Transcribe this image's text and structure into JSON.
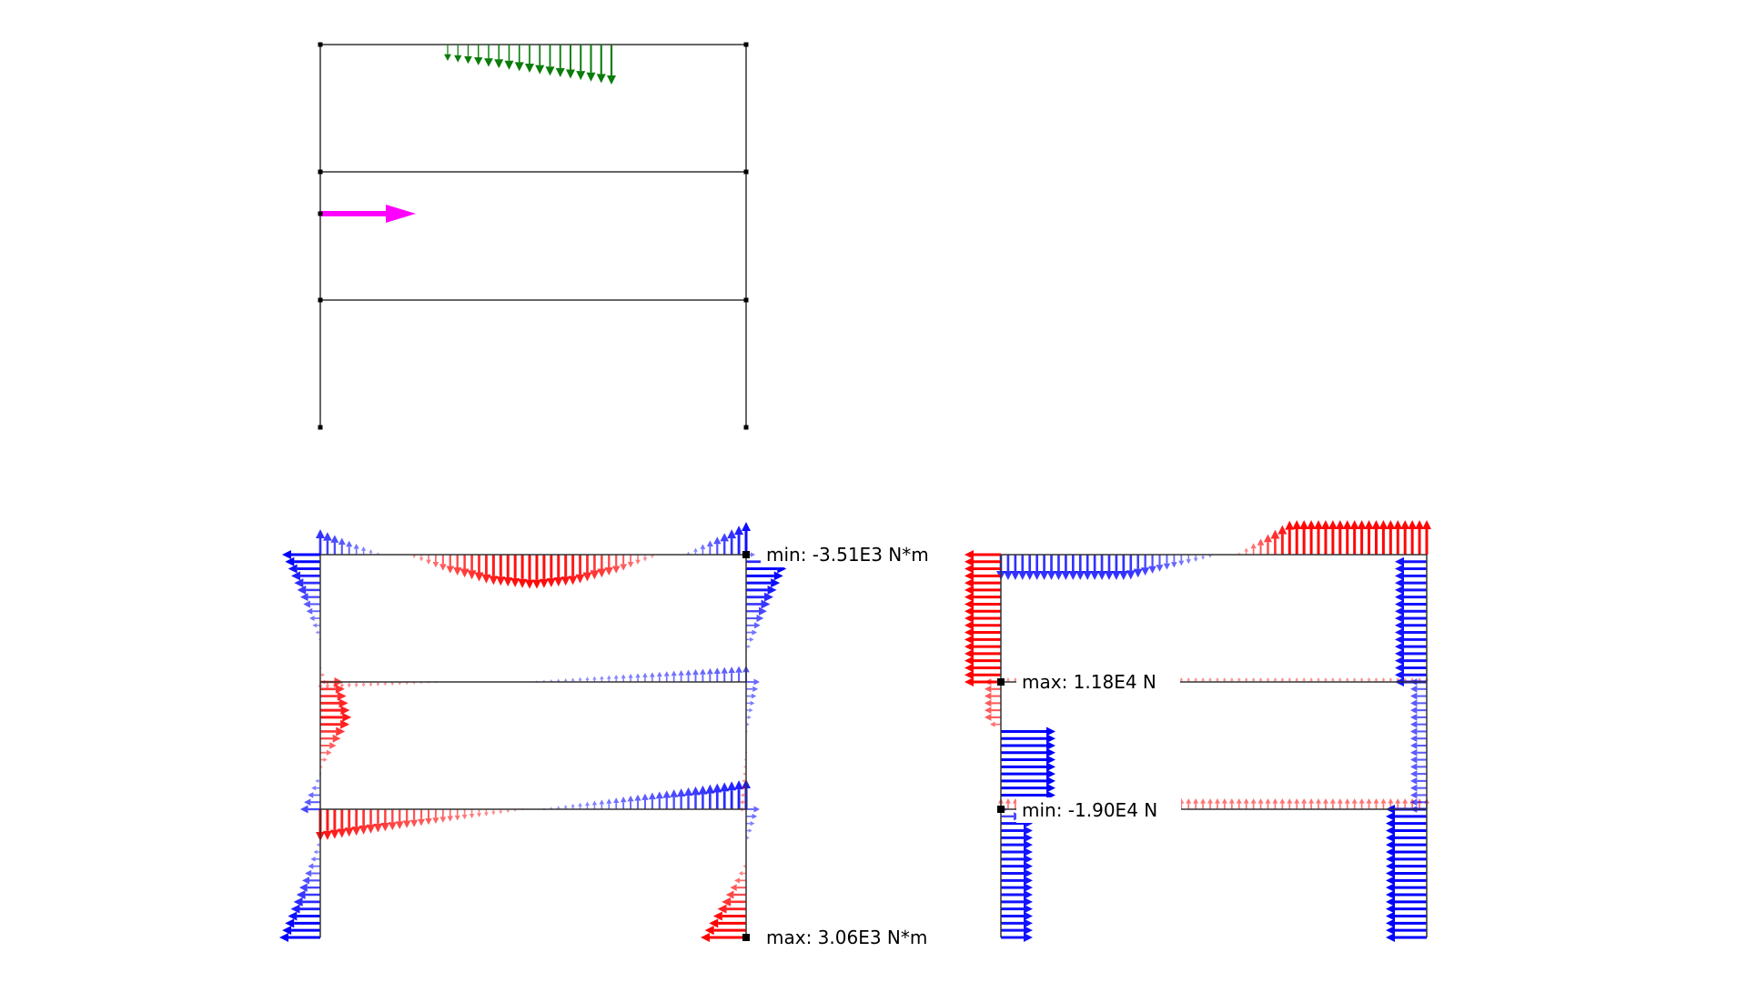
{
  "colors": {
    "positive": "#ff0000",
    "negative": "#0000ff",
    "distributed_load": "#0a7d0a",
    "point_load": "#ff00ff",
    "frame": "#333333",
    "node": "#000000"
  },
  "loads_view": {
    "distributed_load_arrow_count": 17,
    "point_load_count": 1
  },
  "moment_view": {
    "min_label": "min: -3.51E3 N*m",
    "max_label": "max: 3.06E3 N*m"
  },
  "shear_view": {
    "max_label": "max: 1.18E4 N",
    "min_label": "min: -1.90E4 N"
  }
}
